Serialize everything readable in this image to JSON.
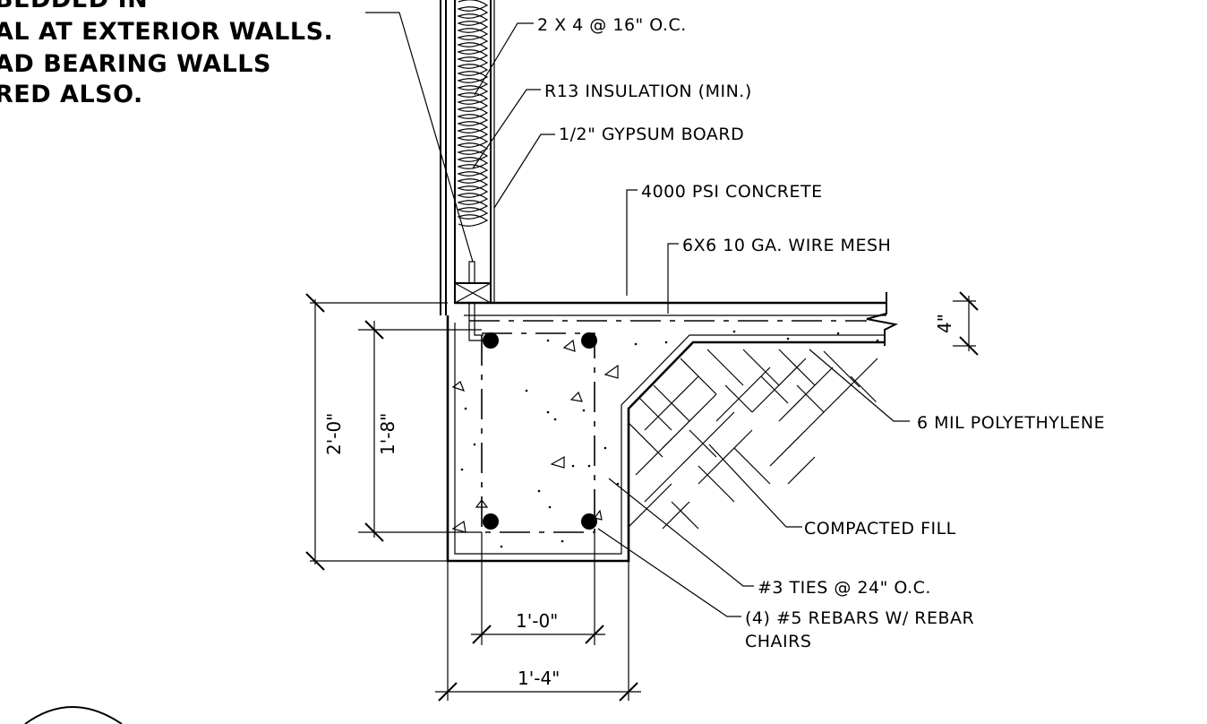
{
  "note": {
    "lines": [
      "BEDDED IN",
      "AL AT EXTERIOR WALLS.",
      "AD BEARING WALLS",
      "RED ALSO."
    ]
  },
  "labels": {
    "studs": "2 X 4 @ 16\" O.C.",
    "insulation": "R13 INSULATION (MIN.)",
    "gypsum": "1/2\" GYPSUM BOARD",
    "concrete": "4000 PSI CONCRETE",
    "wire_mesh": "6X6 10 GA. WIRE MESH",
    "polyethylene": "6 MIL POLYETHYLENE",
    "fill": "COMPACTED FILL",
    "ties": "#3 TIES @ 24\" O.C.",
    "rebars_line1": "(4) #5 REBARS W/ REBAR",
    "rebars_line2": "CHAIRS"
  },
  "dimensions": {
    "footing_depth": "2'-0\"",
    "rebar_spacing_vertical": "1'-8\"",
    "slab_thickness": "4\"",
    "rebar_spacing_horizontal": "1'-0\"",
    "footing_width": "1'-4\""
  }
}
